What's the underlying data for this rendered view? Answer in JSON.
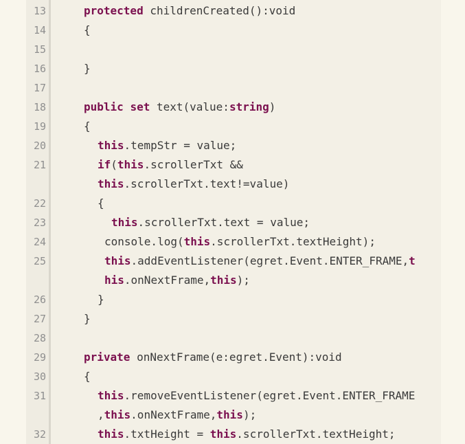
{
  "colors": {
    "keyword": "#7a0f4e",
    "text": "#3a3a3a",
    "line_number": "#8f8f8f",
    "background": "#f3f0e6"
  },
  "lines": [
    {
      "num": "13",
      "indent": 0,
      "tokens": [
        {
          "t": "protected",
          "kw": true
        },
        {
          "t": " childrenCreated():void",
          "kw": false
        }
      ]
    },
    {
      "num": "14",
      "indent": 0,
      "tokens": [
        {
          "t": "{",
          "kw": false
        }
      ]
    },
    {
      "num": "15",
      "indent": 0,
      "tokens": []
    },
    {
      "num": "16",
      "indent": 0,
      "tokens": [
        {
          "t": "}",
          "kw": false
        }
      ]
    },
    {
      "num": "17",
      "indent": 0,
      "tokens": []
    },
    {
      "num": "18",
      "indent": 0,
      "tokens": [
        {
          "t": "public",
          "kw": true
        },
        {
          "t": " ",
          "kw": false
        },
        {
          "t": "set",
          "kw": true
        },
        {
          "t": " text(value:",
          "kw": false
        },
        {
          "t": "string",
          "kw": true
        },
        {
          "t": ")",
          "kw": false
        }
      ]
    },
    {
      "num": "19",
      "indent": 0,
      "tokens": [
        {
          "t": "{",
          "kw": false
        }
      ]
    },
    {
      "num": "20",
      "indent": 1,
      "tokens": [
        {
          "t": "this",
          "kw": true
        },
        {
          "t": ".tempStr = value;",
          "kw": false
        }
      ]
    },
    {
      "num": "21",
      "indent": 1,
      "tokens": [
        {
          "t": "if",
          "kw": true
        },
        {
          "t": "(",
          "kw": false
        },
        {
          "t": "this",
          "kw": true
        },
        {
          "t": ".scrollerTxt &&",
          "kw": false
        }
      ]
    },
    {
      "num": "",
      "indent": 1,
      "tokens": [
        {
          "t": "this",
          "kw": true
        },
        {
          "t": ".scrollerTxt.text!=value)",
          "kw": false
        }
      ]
    },
    {
      "num": "22",
      "indent": 1,
      "tokens": [
        {
          "t": "{",
          "kw": false
        }
      ]
    },
    {
      "num": "23",
      "indent": 2,
      "tokens": [
        {
          "t": "this",
          "kw": true
        },
        {
          "t": ".scrollerTxt.text = value;",
          "kw": false
        }
      ]
    },
    {
      "num": "24",
      "indent": 3,
      "tokens": [
        {
          "t": "console.log(",
          "kw": false
        },
        {
          "t": "this",
          "kw": true
        },
        {
          "t": ".scrollerTxt.textHeight);",
          "kw": false
        }
      ]
    },
    {
      "num": "25",
      "indent": 3,
      "tokens": [
        {
          "t": "this",
          "kw": true
        },
        {
          "t": ".addEventListener(egret.Event.ENTER_FRAME,",
          "kw": false
        },
        {
          "t": "t",
          "kw": true
        }
      ]
    },
    {
      "num": "",
      "indent": 3,
      "tokens": [
        {
          "t": "his",
          "kw": true
        },
        {
          "t": ".onNextFrame,",
          "kw": false
        },
        {
          "t": "this",
          "kw": true
        },
        {
          "t": ");",
          "kw": false
        }
      ]
    },
    {
      "num": "26",
      "indent": 1,
      "tokens": [
        {
          "t": "}",
          "kw": false
        }
      ]
    },
    {
      "num": "27",
      "indent": 0,
      "tokens": [
        {
          "t": "}",
          "kw": false
        }
      ]
    },
    {
      "num": "28",
      "indent": 0,
      "tokens": []
    },
    {
      "num": "29",
      "indent": 0,
      "tokens": [
        {
          "t": "private",
          "kw": true
        },
        {
          "t": " onNextFrame(e:egret.Event):void",
          "kw": false
        }
      ]
    },
    {
      "num": "30",
      "indent": 0,
      "tokens": [
        {
          "t": "{",
          "kw": false
        }
      ]
    },
    {
      "num": "31",
      "indent": 1,
      "tokens": [
        {
          "t": "this",
          "kw": true
        },
        {
          "t": ".removeEventListener(egret.Event.ENTER_FRAME",
          "kw": false
        }
      ]
    },
    {
      "num": "",
      "indent": 1,
      "tokens": [
        {
          "t": ",",
          "kw": false
        },
        {
          "t": "this",
          "kw": true
        },
        {
          "t": ".onNextFrame,",
          "kw": false
        },
        {
          "t": "this",
          "kw": true
        },
        {
          "t": ");",
          "kw": false
        }
      ]
    },
    {
      "num": "32",
      "indent": 1,
      "tokens": [
        {
          "t": "this",
          "kw": true
        },
        {
          "t": ".txtHeight = ",
          "kw": false
        },
        {
          "t": "this",
          "kw": true
        },
        {
          "t": ".scrollerTxt.textHeight;",
          "kw": false
        }
      ]
    }
  ]
}
